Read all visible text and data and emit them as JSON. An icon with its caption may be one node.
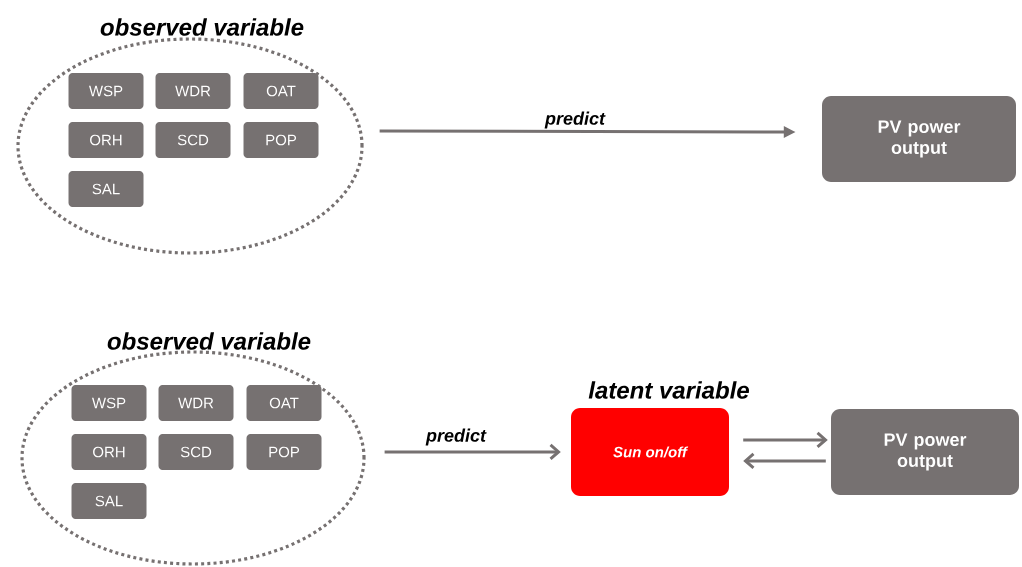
{
  "diagram": {
    "nodes": [
      {
        "text": [
          "observed variable"
        ]
      },
      {
        "text": [
          "WSP"
        ],
        "in": 0
      },
      {
        "text": [
          "WDR"
        ],
        "in": 0
      },
      {
        "text": [
          "OAT"
        ],
        "in": 0
      },
      {
        "text": [
          "ORH"
        ],
        "in": 0
      },
      {
        "text": [
          "SCD"
        ],
        "in": 0
      },
      {
        "text": [
          "POP"
        ],
        "in": 0
      },
      {
        "text": [
          "SAL"
        ],
        "in": 0
      },
      {
        "text": [
          "PV power output"
        ]
      },
      {
        "text": [
          "observed variable"
        ]
      },
      {
        "text": [
          "WSP"
        ],
        "in": 9
      },
      {
        "text": [
          "WDR"
        ],
        "in": 9
      },
      {
        "text": [
          "OAT"
        ],
        "in": 9
      },
      {
        "text": [
          "ORH"
        ],
        "in": 9
      },
      {
        "text": [
          "SCD"
        ],
        "in": 9
      },
      {
        "text": [
          "POP"
        ],
        "in": 9
      },
      {
        "text": [
          "SAL"
        ],
        "in": 9
      },
      {
        "text": [
          "latent variable",
          "Sun on/off"
        ]
      },
      {
        "text": [
          "PV power output"
        ]
      }
    ],
    "edges": [
      {
        "from": 0,
        "to": 8,
        "arrow": "to",
        "label": "predict"
      },
      {
        "from": 9,
        "to": 17,
        "arrow": "to",
        "label": "predict"
      },
      {
        "from": 17,
        "to": 18,
        "arrow": "to"
      },
      {
        "from": 18,
        "to": 17,
        "arrow": "to"
      }
    ]
  }
}
